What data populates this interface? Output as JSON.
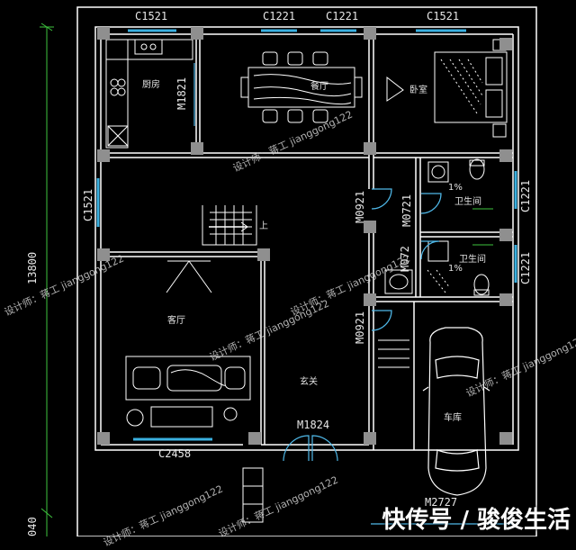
{
  "windows": {
    "top1": "C1521",
    "top2": "C1221",
    "top3": "C1221",
    "top4": "C1521",
    "left": "C1521",
    "right1": "C1221",
    "right2": "C1221",
    "bottom": "C2458"
  },
  "doors": {
    "kitchen": "M1821",
    "bedroom": "M0921",
    "bath_upper": "M0721",
    "bath_lower": "M072",
    "hall": "M0921",
    "entrance": "M1824",
    "garage": "M2727"
  },
  "rooms": {
    "kitchen": "厨房",
    "dining": "餐厅",
    "bedroom": "卧室",
    "bath1": "卫生间",
    "bath2": "卫生间",
    "living": "客厅",
    "foyer": "玄关",
    "garage": "车库",
    "stair_up": "上",
    "slope1": "1%",
    "slope2": "1%"
  },
  "dimensions": {
    "total_depth": "13800",
    "small": "040"
  },
  "watermarks": {
    "wm1": "设计师：蒋工 jianggong122",
    "wm2": "设计师：蒋工 jianggong122",
    "wm3": "设计师：蒋工 jianggong122",
    "wm4": "设计师：蒋工 jianggong122",
    "wm5": "设计师：蒋工 jianggong122",
    "wm6": "设计师：蒋工 jianggong122",
    "wm7": "设计师：蒋工 jianggong122"
  },
  "brand": "快传号 / 骏俊生活",
  "colors": {
    "wall": "#ffffff",
    "window": "#3ab0e0",
    "dimension": "#3ec43e",
    "column": "#9a9a9a",
    "door": "#4fb8e8"
  }
}
